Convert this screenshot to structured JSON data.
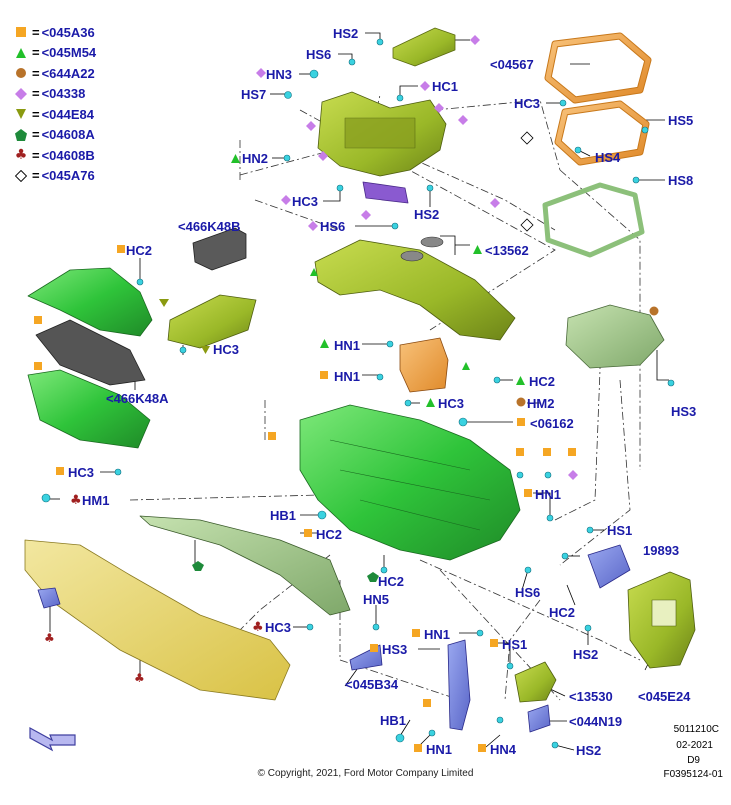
{
  "legend": [
    {
      "code": "<045A36",
      "icon": "orange-square-icon",
      "color": "#f5a623"
    },
    {
      "code": "<045M54",
      "icon": "green-triangle-icon",
      "color": "#22c02a"
    },
    {
      "code": "<644A22",
      "icon": "brown-circle-icon",
      "color": "#b8732a"
    },
    {
      "code": "<04338",
      "icon": "purple-diamond-icon",
      "color": "#c77de8"
    },
    {
      "code": "<044E84",
      "icon": "olive-triangle-down-icon",
      "color": "#8a9a10"
    },
    {
      "code": "<04608A",
      "icon": "green-pentagon-icon",
      "color": "#1e8a3a"
    },
    {
      "code": "<04608B",
      "icon": "red-club-icon",
      "color": "#a02020"
    },
    {
      "code": "<045A76",
      "icon": "white-diamond-icon",
      "color": "#ffffff"
    }
  ],
  "legend_eq": "=",
  "labels": {
    "hs2_top": "HS2",
    "hs6_top": "HS6",
    "hn3": "HN3",
    "hs7": "HS7",
    "hc1": "HC1",
    "hn2": "HN2",
    "hc3_mid": "HC3",
    "hs6_mid": "HS6",
    "hs2_mid": "HS2",
    "p04567": "<04567",
    "hc3_right": "HC3",
    "hs5": "HS5",
    "hs4": "HS4",
    "hs8": "HS8",
    "p466k48b": "<466K48B",
    "hc2_left": "HC2",
    "p13562": "<13562",
    "hc3_small": "HC3",
    "p466k48a": "<466K48A",
    "hn1_a": "HN1",
    "hn1_b": "HN1",
    "hc2_right": "HC2",
    "hc3_center": "HC3",
    "hm2": "HM2",
    "p06162": "<06162",
    "hs3_right": "HS3",
    "hc3_left": "HC3",
    "hm1": "HM1",
    "hn1_c": "HN1",
    "hb1_a": "HB1",
    "hc2_center": "HC2",
    "hs1_a": "HS1",
    "p19893": "19893",
    "hc2_b": "HC2",
    "hs6_low": "HS6",
    "hn5": "HN5",
    "hc2_low": "HC2",
    "hc3_low": "HC3",
    "hn1_d": "HN1",
    "hs3_low": "HS3",
    "hs1_b": "HS1",
    "hs2_right": "HS2",
    "p045b34": "<045B34",
    "p13530": "<13530",
    "p045e24": "<045E24",
    "hb1_b": "HB1",
    "hn1_e": "HN1",
    "hn4": "HN4",
    "p044n19": "<044N19",
    "hs2_bottom": "HS2"
  },
  "footer": {
    "code1": "5011210C",
    "date": "02-2021",
    "rev": "D9",
    "copyright": "© Copyright, 2021, Ford Motor Company Limited",
    "fig": "F0395124-01"
  }
}
